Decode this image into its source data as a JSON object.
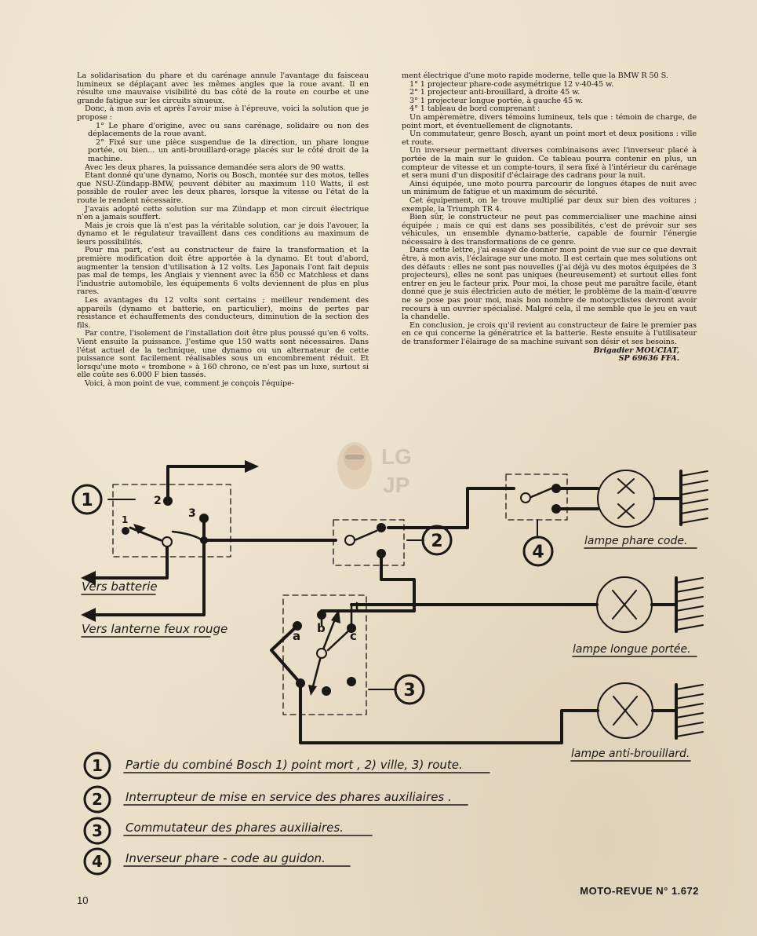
{
  "left_column": [
    "La solidarisation du phare et du carénage annule l'avantage du faisceau lumineux se déplaçant avec les mêmes angles que la roue avant. Il en résulte une mauvaise visibilité du bas côté de la route en courbe et une grande fatigue sur les circuits sinueux.",
    "Donc, à mon avis et après l'avoir mise à l'épreuve, voici la solution que je propose :",
    "1° Le phare d'origine, avec ou sans carénage, solidaire ou non des déplacements de la roue avant.",
    "2° Fixé sur une pièce suspendue de la direction, un phare longue portée, ou bien... un anti-brouillard-orage placés sur le côté droit de la machine.",
    "Avec les deux phares, la puissance demandée sera alors de 90 watts.",
    "Etant donné qu'une dynamo, Noris ou Bosch, montée sur des motos, telles que NSU-Zündapp-BMW, peuvent débiter au maximum 110 Watts, il est possible de rouler avec les deux phares, lorsque la vitesse ou l'état de la route le rendent nécessaire.",
    "J'avais adopté cette solution sur ma Zündapp et mon circuit électrique n'en a jamais souffert.",
    "Mais je crois que là n'est pas la véritable solution, car je dois l'avouer, la dynamo et le régulateur travaillent dans ces conditions au maximum de leurs possibilités.",
    "Pour ma part, c'est au constructeur de faire la transformation et la première modification doit être apportée à la dynamo. Et tout d'abord, augmenter la tension d'utilisation à 12 volts. Les Japonais l'ont fait depuis pas mal de temps, les Anglais y viennent avec la 650 cc Matchless et dans l'industrie automobile, les équipements 6 volts deviennent de plus en plus rares.",
    "Les avantages du 12 volts sont certains ; meilleur rendement des appareils (dynamo et batterie, en particulier), moins de pertes par résistance et échauffements des conducteurs, diminution de la section des fils.",
    "Par contre, l'isolement de l'installation doit être plus poussé qu'en 6 volts. Vient ensuite la puissance. J'estime que 150 watts sont nécessaires. Dans l'état actuel de la technique, une dynamo ou un alternateur de cette puissance sont facilement réalisables sous un encombrement réduit. Et lorsqu'une moto « trombone » à 160 chrono, ce n'est pas un luxe, surtout si elle coûte ses 6.000 F bien tassés.",
    "Voici, à mon point de vue, comment je conçois l'équipe-"
  ],
  "right_column": [
    "ment électrique d'une moto rapide moderne, telle que la BMW R 50 S.",
    "1° 1 projecteur phare-code asymétrique 12 v-40-45 w.",
    "2° 1 projecteur anti-brouillard, à droite 45 w.",
    "3° 1 projecteur longue portée, à gauche 45 w.",
    "4° 1 tableau de bord comprenant :",
    "Un ampèremètre, divers témoins lumineux, tels que : témoin de charge, de point mort, et éventuellement de clignotants.",
    "Un commutateur, genre Bosch, ayant un point mort et deux positions : ville et route.",
    "Un inverseur permettant diverses combinaisons avec l'inverseur placé à portée de la main sur le guidon. Ce tableau pourra contenir en plus, un compteur de vitesse et un compte-tours, il sera fixé à l'intérieur du carénage et sera muni d'un dispositif d'éclairage des cadrans pour la nuit.",
    "Ainsi équipée, une moto pourra parcourir de longues étapes de nuit avec un minimum de fatigue et un maximum de sécurité.",
    "Cet équipement, on le trouve multiplié par deux sur bien des voitures ; exemple, la Triumph TR 4.",
    "Bien sûr, le constructeur ne peut pas commercialiser une machine ainsi équipée ; mais ce qui est dans ses possibilités, c'est de prévoir sur ses véhicules, un ensemble dynamo-batterie, capable de fournir l'énergie nécessaire à des transformations de ce genre.",
    "Dans cette lettre, j'ai essayé de donner mon point de vue sur ce que devrait être, à mon avis, l'éclairage sur une moto. Il est certain que mes solutions ont des défauts : elles ne sont pas nouvelles (j'ai déjà vu des motos équipées de 3 projecteurs), elles ne sont pas uniques (heureusement) et surtout elles font entrer en jeu le facteur prix. Pour moi, la chose peut me paraître facile, étant donné que je suis électricien auto de métier, le problème de la main-d'œuvre ne se pose pas pour moi, mais bon nombre de motocyclistes devront avoir recours à un ouvrier spécialisé. Malgré cela, il me semble que le jeu en vaut la chandelle.",
    "En conclusion, je crois qu'il revient au constructeur de faire le premier pas en ce qui concerne la génératrice et la batterie. Reste ensuite à l'utilisateur de transformer l'élairage de sa machine suivant son désir et ses besoins."
  ],
  "signature": {
    "name": "Brigadier MOUCIAT,",
    "unit": "SP 69636 FFA."
  },
  "watermark": {
    "text": "LGJP"
  },
  "diagram": {
    "numbers": [
      "1",
      "2",
      "3",
      "4"
    ],
    "switch1_contacts": [
      "1",
      "2",
      "3"
    ],
    "switch3_contacts": [
      "a",
      "b",
      "c"
    ],
    "labels": {
      "vers_batterie": "Vers batterie",
      "vers_lanterne": "Vers lanterne feux rouge",
      "lampe_phare_code": "lampe phare code.",
      "lampe_longue_portee": "lampe longue portée.",
      "lampe_anti_brouillard": "lampe anti-brouillard."
    }
  },
  "legend": {
    "items": [
      {
        "number": "1",
        "text": "Partie du combiné Bosch 1) point mort , 2) ville, 3) route."
      },
      {
        "number": "2",
        "text": "Interrupteur de mise en service des phares auxiliaires ."
      },
      {
        "number": "3",
        "text": "Commutateur des phares auxiliaires."
      },
      {
        "number": "4",
        "text": "Inverseur phare - code au guidon."
      }
    ]
  },
  "footer": {
    "page_number": "10",
    "magazine": "MOTO-REVUE N° 1.672"
  }
}
